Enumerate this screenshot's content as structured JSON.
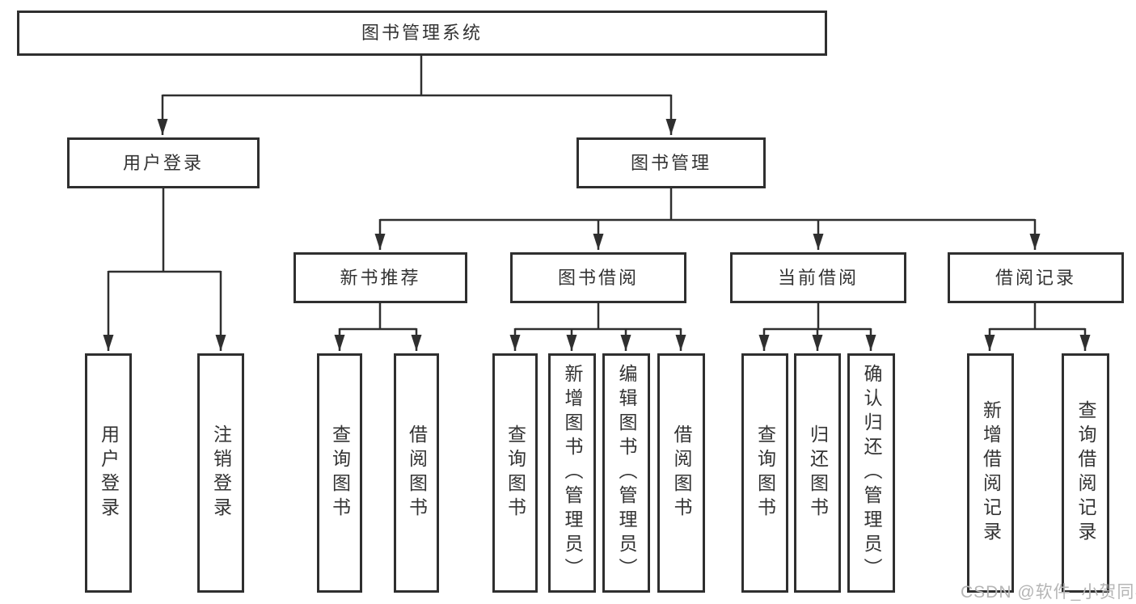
{
  "diagram_type": "functional-structure-tree",
  "colors": {
    "line": "#2f2f2f",
    "box_border": "#2f2f2f",
    "box_background": "#ffffff",
    "text": "#333333",
    "page_background": "#ffffff",
    "watermark": "#b5b5b5"
  },
  "tree": {
    "label": "图书管理系统",
    "children": [
      {
        "label": "用户登录",
        "children": [
          {
            "label": "用户登录"
          },
          {
            "label": "注销登录"
          }
        ]
      },
      {
        "label": "图书管理",
        "children": [
          {
            "label": "新书推荐",
            "children": [
              {
                "label": "查询图书"
              },
              {
                "label": "借阅图书"
              }
            ]
          },
          {
            "label": "图书借阅",
            "children": [
              {
                "label": "查询图书"
              },
              {
                "label": "新增图书（管理员）"
              },
              {
                "label": "编辑图书（管理员）"
              },
              {
                "label": "借阅图书"
              }
            ]
          },
          {
            "label": "当前借阅",
            "children": [
              {
                "label": "查询图书"
              },
              {
                "label": "归还图书"
              },
              {
                "label": "确认归还（管理员）"
              }
            ]
          },
          {
            "label": "借阅记录",
            "children": [
              {
                "label": "新增借阅记录"
              },
              {
                "label": "查询借阅记录"
              }
            ]
          }
        ]
      }
    ]
  },
  "watermark": {
    "text": "CSDN @软件_小贺同学"
  }
}
